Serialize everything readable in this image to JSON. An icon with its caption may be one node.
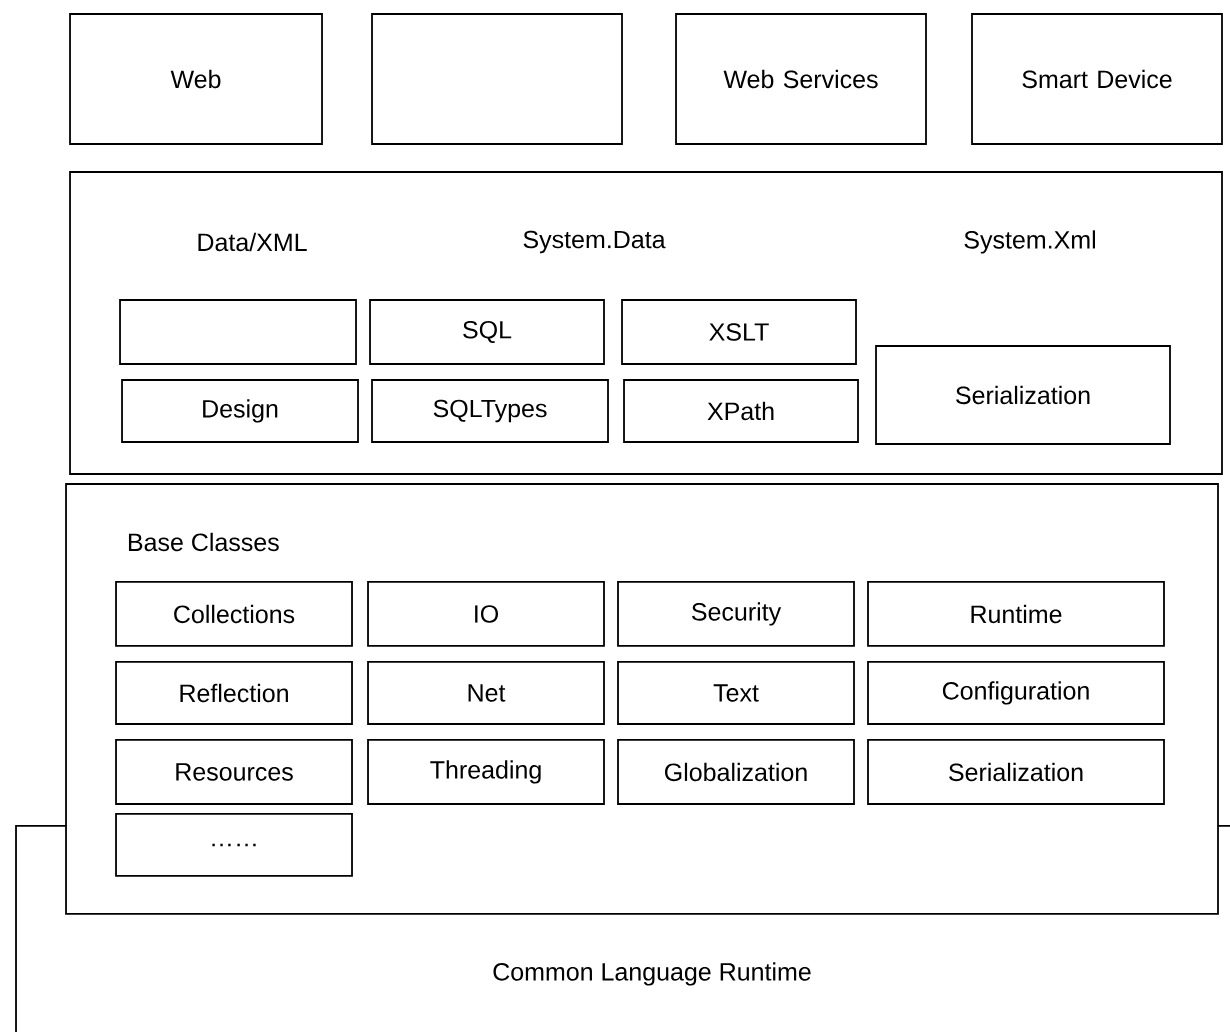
{
  "diagram": {
    "nodes": [
      {
        "text": [
          "Web"
        ]
      },
      {
        "text": [],
        "shape": "box"
      },
      {
        "text": [
          "Web Services"
        ]
      },
      {
        "text": [
          "Smart Device"
        ]
      },
      {
        "text": [
          "Data/XML",
          "System.Data",
          "System.Xml"
        ]
      },
      {
        "text": [],
        "shape": "box",
        "in": 4
      },
      {
        "text": [
          "SQL"
        ],
        "in": 4
      },
      {
        "text": [
          "XSLT"
        ],
        "in": 4
      },
      {
        "text": [
          "Serialization"
        ],
        "in": 4
      },
      {
        "text": [
          "Design"
        ],
        "in": 4
      },
      {
        "text": [
          "SQLTypes"
        ],
        "in": 4
      },
      {
        "text": [
          "XPath"
        ],
        "in": 4
      },
      {
        "text": [
          "Base Classes"
        ]
      },
      {
        "text": [
          "Collections"
        ],
        "in": 12
      },
      {
        "text": [
          "IO"
        ],
        "in": 12
      },
      {
        "text": [
          "Security"
        ],
        "in": 12
      },
      {
        "text": [
          "Runtime"
        ],
        "in": 12
      },
      {
        "text": [
          "Reflection"
        ],
        "in": 12
      },
      {
        "text": [
          "Net"
        ],
        "in": 12
      },
      {
        "text": [
          "Text"
        ],
        "in": 12
      },
      {
        "text": [
          "Configuration"
        ],
        "in": 12
      },
      {
        "text": [
          "Resources"
        ],
        "in": 12
      },
      {
        "text": [
          "Threading"
        ],
        "in": 12
      },
      {
        "text": [
          "Globalization"
        ],
        "in": 12
      },
      {
        "text": [
          "Serialization"
        ],
        "in": 12
      },
      {
        "text": [
          "……"
        ],
        "in": 12
      },
      {
        "text": [
          "Common Language Runtime"
        ]
      }
    ],
    "edges": []
  }
}
